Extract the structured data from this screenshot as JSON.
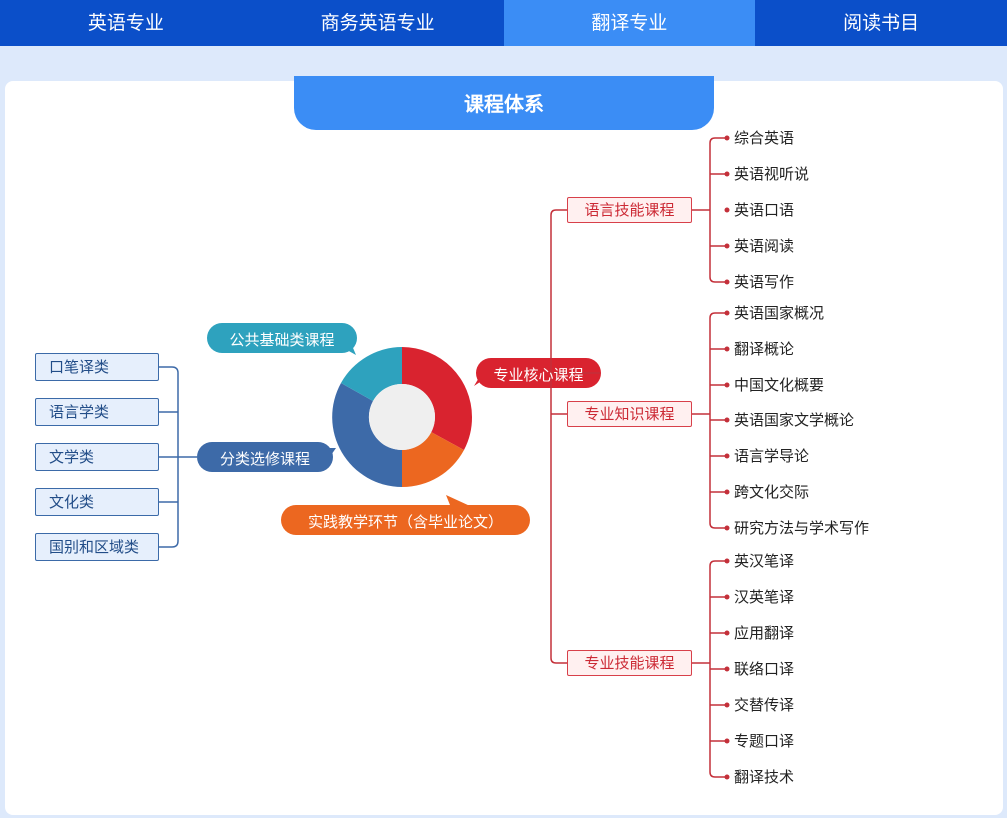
{
  "nav": {
    "tabs": [
      {
        "label": "英语专业",
        "active": false
      },
      {
        "label": "商务英语专业",
        "active": false
      },
      {
        "label": "翻译专业",
        "active": true
      },
      {
        "label": "阅读书目",
        "active": false
      }
    ]
  },
  "header": {
    "title": "课程体系"
  },
  "colors": {
    "nav_bg": "#0b4fc9",
    "accent": "#3b8df5",
    "core_red": "#d9232f",
    "public_teal": "#2ea2be",
    "elective_blue": "#3d6aa8",
    "practice_orange": "#ec6720"
  },
  "center": {
    "public_label": "公共基础类课程",
    "core_label": "专业核心课程",
    "elective_label": "分类选修课程",
    "practice_label": "实践教学环节（含毕业论文）"
  },
  "electives": [
    "口笔译类",
    "语言学类",
    "文学类",
    "文化类",
    "国别和区域类"
  ],
  "core_groups": [
    {
      "label": "语言技能课程",
      "items": [
        "综合英语",
        "英语视听说",
        "英语口语",
        "英语阅读",
        "英语写作"
      ]
    },
    {
      "label": "专业知识课程",
      "items": [
        "英语国家概况",
        "翻译概论",
        "中国文化概要",
        "英语国家文学概论",
        "语言学导论",
        "跨文化交际",
        "研究方法与学术写作"
      ]
    },
    {
      "label": "专业技能课程",
      "items": [
        "英汉笔译",
        "汉英笔译",
        "应用翻译",
        "联络口译",
        "交替传译",
        "专题口译",
        "翻译技术"
      ]
    }
  ]
}
